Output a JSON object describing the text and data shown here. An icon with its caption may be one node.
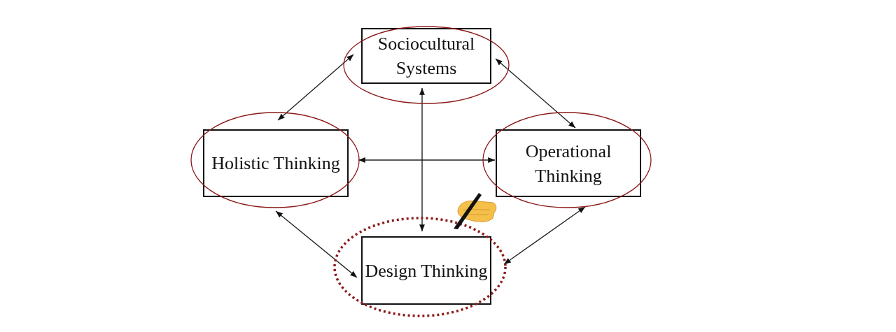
{
  "diagram": {
    "nodes": [
      {
        "text": [
          "Sociocultural Systems"
        ]
      },
      {
        "text": [
          "Holistic Thinking"
        ]
      },
      {
        "text": [
          "Operational Thinking"
        ]
      },
      {
        "text": [
          "Design Thinking"
        ]
      }
    ],
    "edges": [
      {
        "from": 0,
        "to": 1,
        "arrow": "both"
      },
      {
        "from": 0,
        "to": 2,
        "arrow": "both"
      },
      {
        "from": 1,
        "to": 2,
        "arrow": "both"
      },
      {
        "from": 0,
        "to": 3,
        "arrow": "both"
      },
      {
        "from": 1,
        "to": 3,
        "arrow": "both"
      },
      {
        "from": 2,
        "to": 3,
        "arrow": "both"
      }
    ]
  }
}
